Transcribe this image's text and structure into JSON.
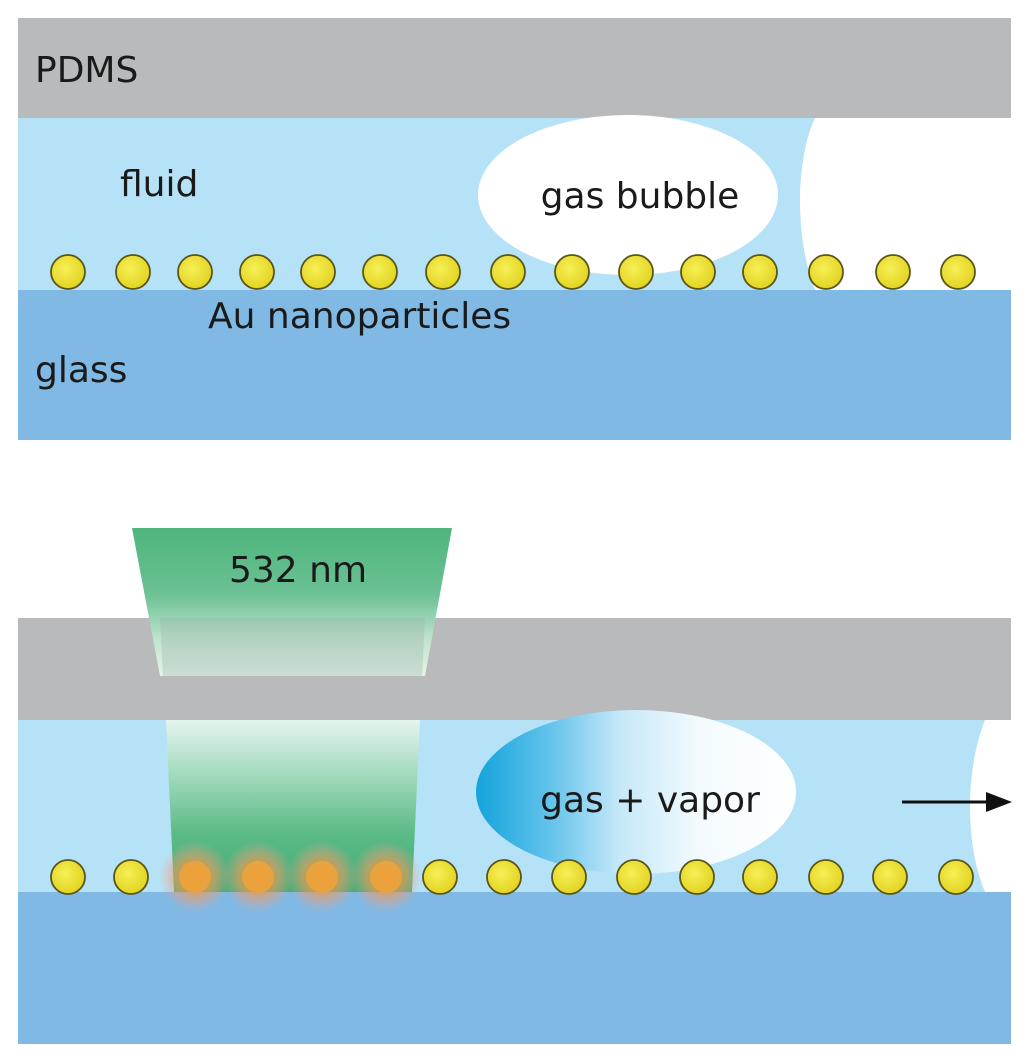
{
  "panels": {
    "top": {
      "pdms_label": "PDMS",
      "fluid_label": "fluid",
      "bubble_label": "gas bubble",
      "particles_label": "Au nanoparticles",
      "glass_label": "glass"
    },
    "bottom": {
      "laser_label": "532 nm",
      "bubble_label": "gas + vapor"
    }
  },
  "colors": {
    "pdms": "#b8babb",
    "fluid": "#b5e2f6",
    "glass": "#7fb9e4",
    "nanoparticle": "#ede331",
    "laser": "#5cba86",
    "hotspot": "#f28c3a",
    "bubble": "#ffffff"
  },
  "icons": [
    "nanoparticle-icon",
    "arrow-right-icon"
  ]
}
